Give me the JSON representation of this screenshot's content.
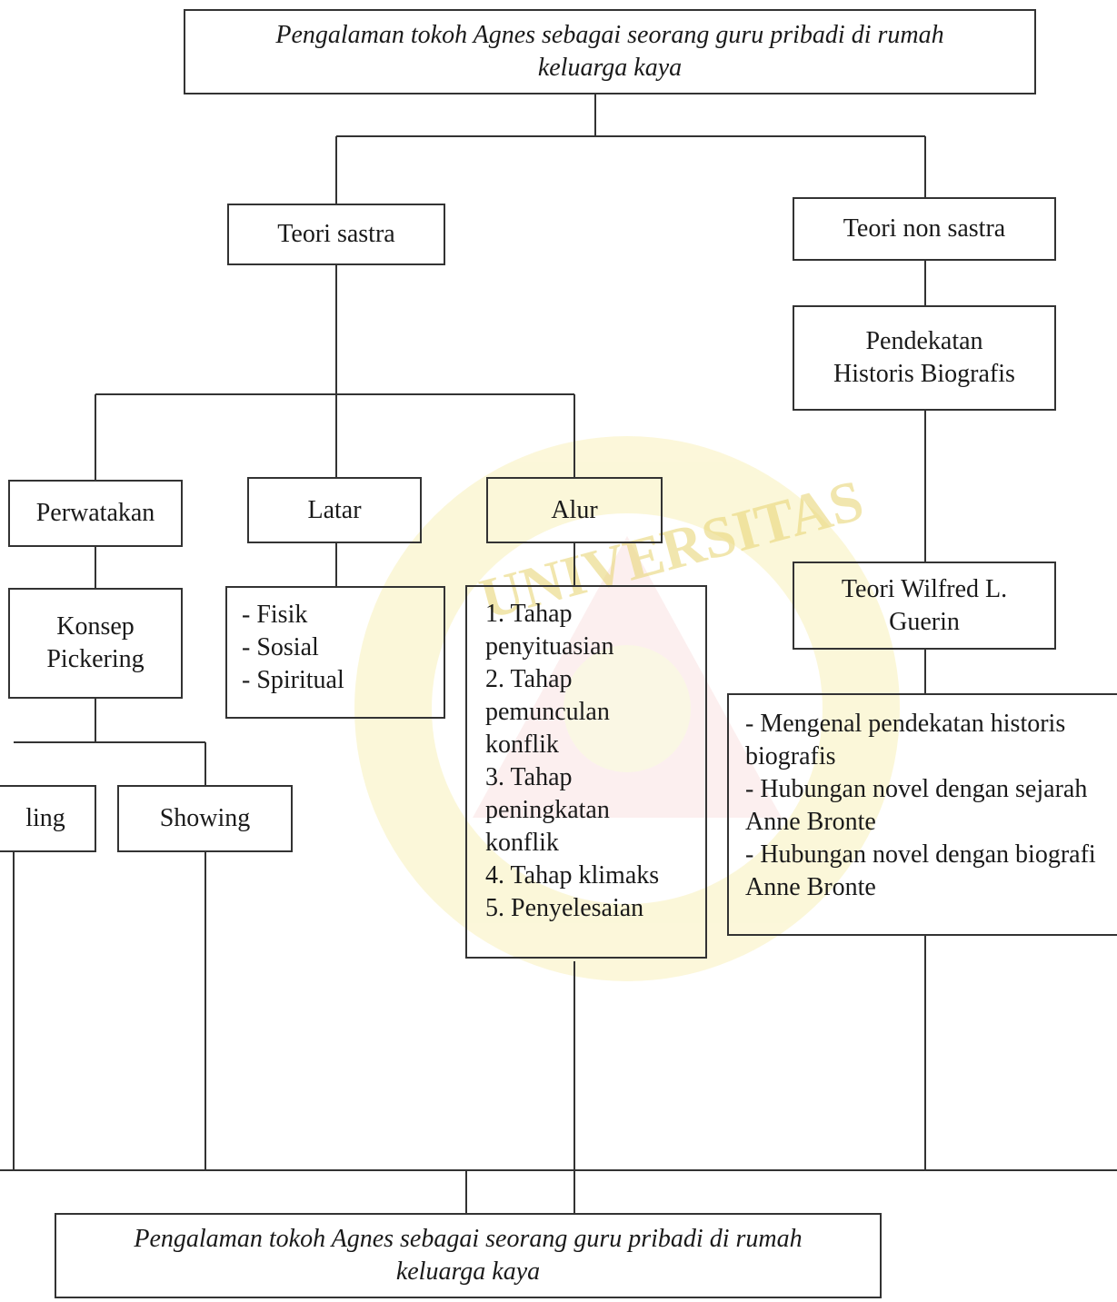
{
  "top_box": {
    "text": "Pengalaman tokoh Agnes sebagai seorang guru pribadi di rumah keluarga kaya"
  },
  "teori_sastra": "Teori sastra",
  "teori_non_sastra": "Teori non sastra",
  "pendekatan": "Pendekatan Historis Biografis",
  "perwatakan": "Perwatakan",
  "latar": "Latar",
  "alur": "Alur",
  "konsep": "Konsep Pickering",
  "latar_items": [
    "- Fisik",
    "- Sosial",
    "- Spiritual"
  ],
  "alur_items": [
    "1. Tahap penyituasian",
    "2. Tahap pemunculan konflik",
    "3. Tahap peningkatan konflik",
    "4. Tahap klimaks",
    "5. Penyelesaian"
  ],
  "wilfred": "Teori Wilfred L. Guerin",
  "guerin_items": [
    "- Mengenal pendekatan historis biografis",
    "- Hubungan novel dengan sejarah Anne Bronte",
    "- Hubungan novel dengan biografi Anne Bronte"
  ],
  "telling_partial": "ling",
  "showing": "Showing",
  "bottom_box": {
    "text": "Pengalaman tokoh Agnes sebagai seorang guru pribadi di rumah keluarga kaya"
  },
  "watermark_letters": "UNIVERSITAS"
}
